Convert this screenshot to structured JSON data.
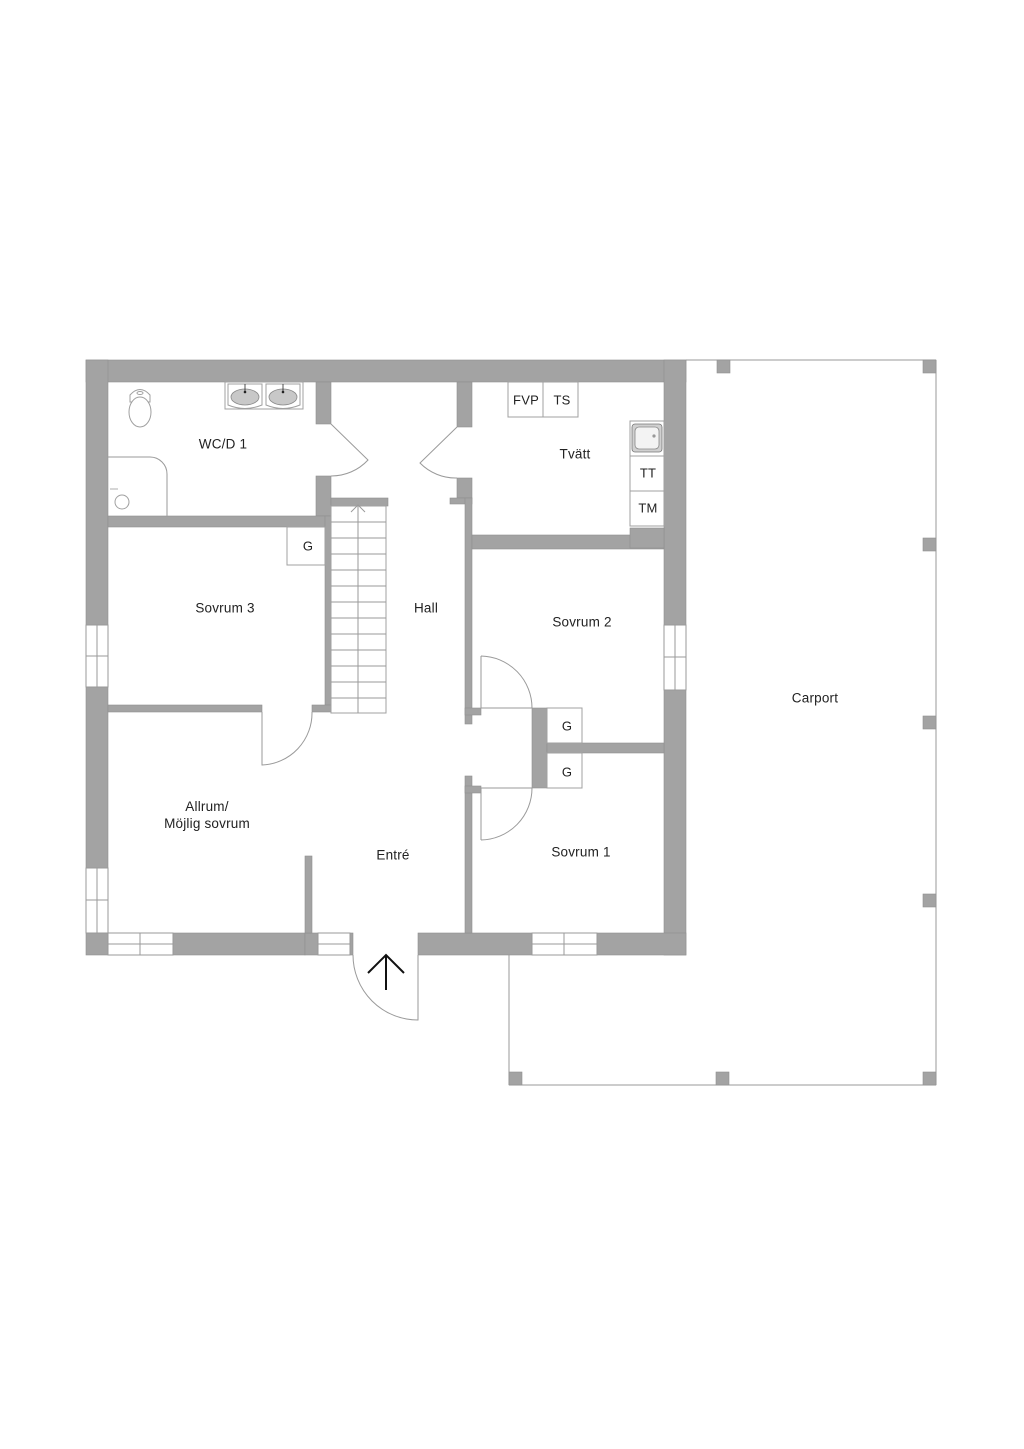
{
  "plan": {
    "title": "Floor plan",
    "wall_color": "#a3a3a3",
    "line_color": "#9a9a9a",
    "rooms": {
      "wc": "WC/D 1",
      "tvatt": "Tvätt",
      "hall": "Hall",
      "sovrum3": "Sovrum 3",
      "sovrum2": "Sovrum 2",
      "sovrum1": "Sovrum 1",
      "allrum_line1": "Allrum/",
      "allrum_line2": "Möjlig sovrum",
      "entre": "Entré",
      "carport": "Carport"
    },
    "fixtures": {
      "fvp": "FVP",
      "ts": "TS",
      "tt": "TT",
      "tm": "TM",
      "closet_sovrum3": "G",
      "closet_sovrum2": "G",
      "closet_sovrum1": "G"
    },
    "entrance_arrow": "entrance-arrow-up"
  }
}
